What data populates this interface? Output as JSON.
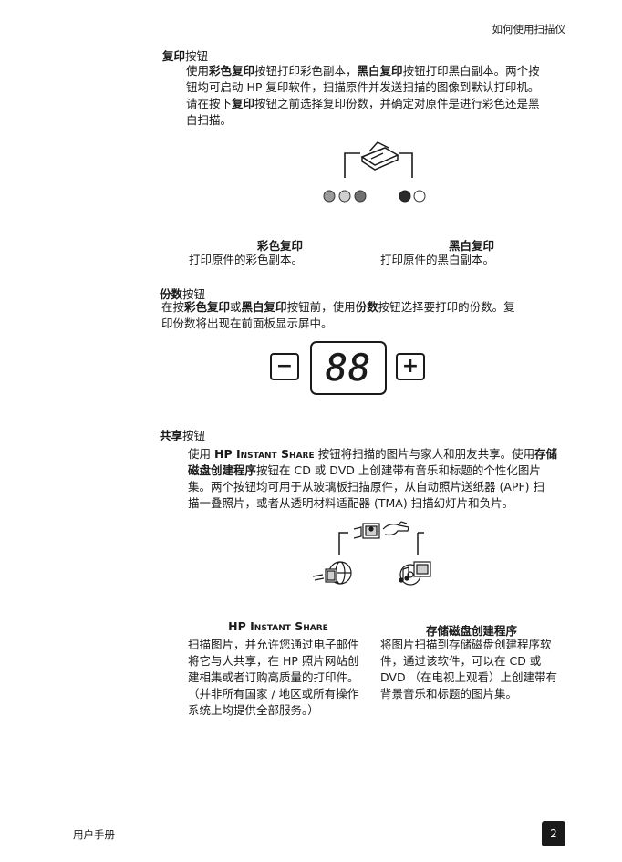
{
  "header": {
    "title": "如何使用扫描仪"
  },
  "copy_button": {
    "heading_bold": "复印",
    "heading_rest": "按钮",
    "para": {
      "l1_a": "使用",
      "l1_b": "彩色复印",
      "l1_c": "按钮打印彩色副本，",
      "l1_d": "黑白复印",
      "l1_e": "按钮打印黑白副本。两个按",
      "l2": "钮均可启动 HP 复印软件，扫描原件并发送扫描的图像到默认打印机。",
      "l3_a": "请在按下",
      "l3_b": "复印",
      "l3_c": "按钮之前选择复印份数，并确定对原件是进行彩色还是黑",
      "l4": "白扫描。"
    },
    "color_title": "彩色复印",
    "color_desc": "打印原件的彩色副本。",
    "bw_title": "黑白复印",
    "bw_desc": "打印原件的黑白副本。"
  },
  "copies_button": {
    "heading_bold": "份数",
    "heading_rest": "按钮",
    "para": {
      "l1_a": "在按",
      "l1_b": "彩色复印",
      "l1_c": "或",
      "l1_d": "黑白复印",
      "l1_e": "按钮前，使用",
      "l1_f": "份数",
      "l1_g": "按钮选择要打印的份数。复",
      "l2": "印份数将出现在前面板显示屏中。"
    },
    "display_value": "88",
    "minus_symbol": "−",
    "plus_symbol": "+"
  },
  "share_button": {
    "heading_bold": "共享",
    "heading_rest": "按钮",
    "para": {
      "l1_a": "使用 ",
      "l1_b": "HP Instant Share",
      "l1_c": " 按钮将扫描的图片与家人和朋友共享。使用",
      "l1_d": "存储",
      "l2_a": "磁盘创建程序",
      "l2_b": "按钮在 CD 或 DVD 上创建带有音乐和标题的个性化图片",
      "l3": "集。两个按钮均可用于从玻璃板扫描原件，从自动照片送纸器 (APF) 扫",
      "l4": "描一叠照片，或者从透明材料适配器 (TMA) 扫描幻灯片和负片。"
    },
    "left_title": "HP Instant Share",
    "left_lines": [
      "扫描图片，并允许您通过电子邮件",
      "将它与人共享，在 HP 照片网站创",
      "建相集或者订购高质量的打印件。",
      "（并非所有国家 / 地区或所有操作",
      "系统上均提供全部服务。）"
    ],
    "right_title": "存储磁盘创建程序",
    "right_lines": [
      "将图片扫描到存储磁盘创建程序软",
      "件，通过该软件，可以在 CD 或",
      "DVD （在电视上观看）上创建带有",
      "背景音乐和标题的图片集。"
    ]
  },
  "footer": {
    "left": "用户手册",
    "page_number": "2"
  }
}
